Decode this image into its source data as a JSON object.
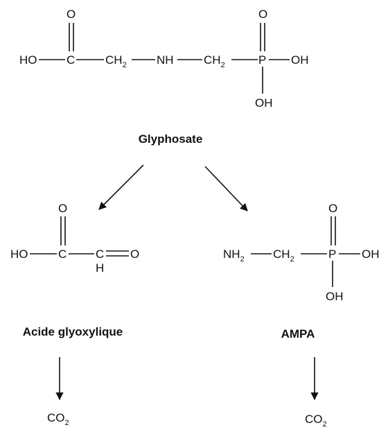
{
  "glyphosate": {
    "name": "Glyphosate",
    "atoms": {
      "ho": "HO",
      "c": "C",
      "carbonyl_o": "O",
      "ch": "CH",
      "ch_sub": "2",
      "nh": "NH",
      "ch_b": "CH",
      "ch_b_sub": "2",
      "p": "P",
      "p_o": "O",
      "oh_right": "OH",
      "oh_down": "OH"
    }
  },
  "glyoxylic": {
    "name": "Acide glyoxylique",
    "atoms": {
      "ho": "HO",
      "c1": "C",
      "c1_o": "O",
      "c2": "C",
      "h": "H",
      "o_end": "O"
    },
    "product": {
      "co": "CO",
      "sub": "2"
    }
  },
  "ampa": {
    "name": "AMPA",
    "atoms": {
      "nh": "NH",
      "nh_sub": "2",
      "ch": "CH",
      "ch_sub": "2",
      "p": "P",
      "p_o": "O",
      "oh_right": "OH",
      "oh_down": "OH"
    },
    "product": {
      "co": "CO",
      "sub": "2"
    }
  },
  "colors": {
    "ink": "#111111",
    "background": "#ffffff"
  }
}
